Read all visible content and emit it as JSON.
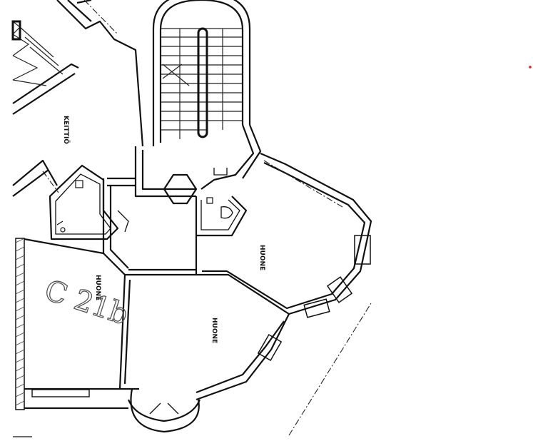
{
  "plan": {
    "rooms": [
      {
        "id": "keittio",
        "label": "KEITTIÖ"
      },
      {
        "id": "huone_a",
        "label": "HUONE"
      },
      {
        "id": "huone_b",
        "label": "HUONE"
      },
      {
        "id": "huone_c",
        "label": "HUONE"
      }
    ],
    "handwritten_note": "C 21b",
    "marker_color": "#d42020"
  }
}
